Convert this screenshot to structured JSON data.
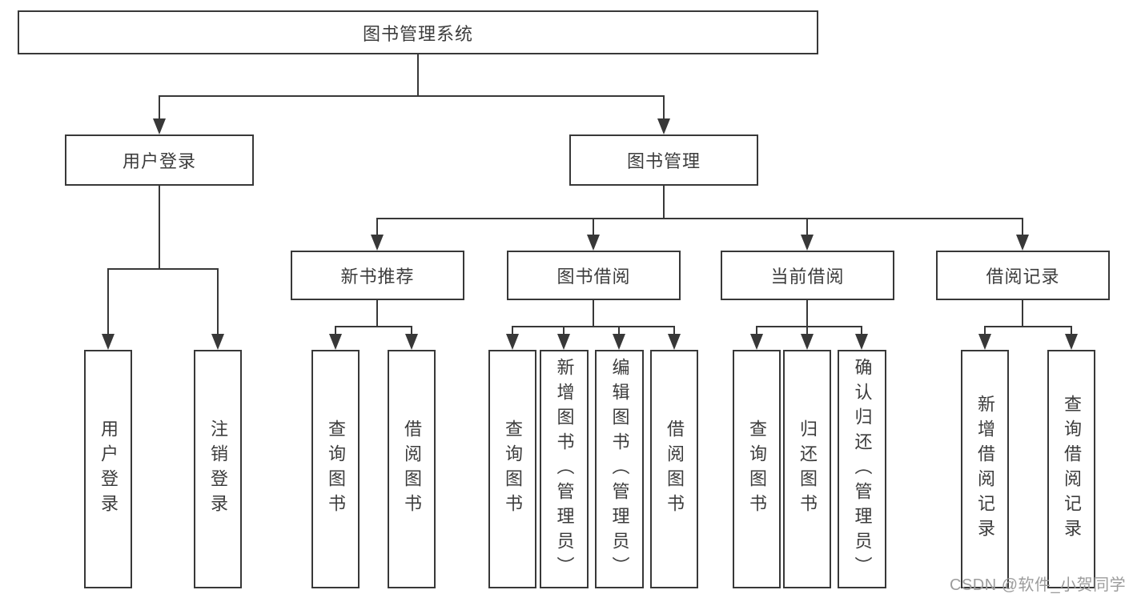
{
  "diagram": {
    "root": {
      "label": "图书管理系统"
    },
    "branches": [
      {
        "label": "用户登录",
        "children": [
          {
            "label": "用户登录"
          },
          {
            "label": "注销登录"
          }
        ]
      },
      {
        "label": "图书管理",
        "children": [
          {
            "label": "新书推荐",
            "children": [
              {
                "label": "查询图书"
              },
              {
                "label": "借阅图书"
              }
            ]
          },
          {
            "label": "图书借阅",
            "children": [
              {
                "label": "查询图书"
              },
              {
                "label": "新增图书（管理员）"
              },
              {
                "label": "编辑图书（管理员）"
              },
              {
                "label": "借阅图书"
              }
            ]
          },
          {
            "label": "当前借阅",
            "children": [
              {
                "label": "查询图书"
              },
              {
                "label": "归还图书"
              },
              {
                "label": "确认归还（管理员）"
              }
            ]
          },
          {
            "label": "借阅记录",
            "children": [
              {
                "label": "新增借阅记录"
              },
              {
                "label": "查询借阅记录"
              }
            ]
          }
        ]
      }
    ]
  },
  "watermark": {
    "text": "CSDN @软件_小贺同学"
  },
  "colors": {
    "line": "#383838",
    "text": "#3c3c3c",
    "watermark": "#9c9c9c",
    "background": "#ffffff"
  }
}
